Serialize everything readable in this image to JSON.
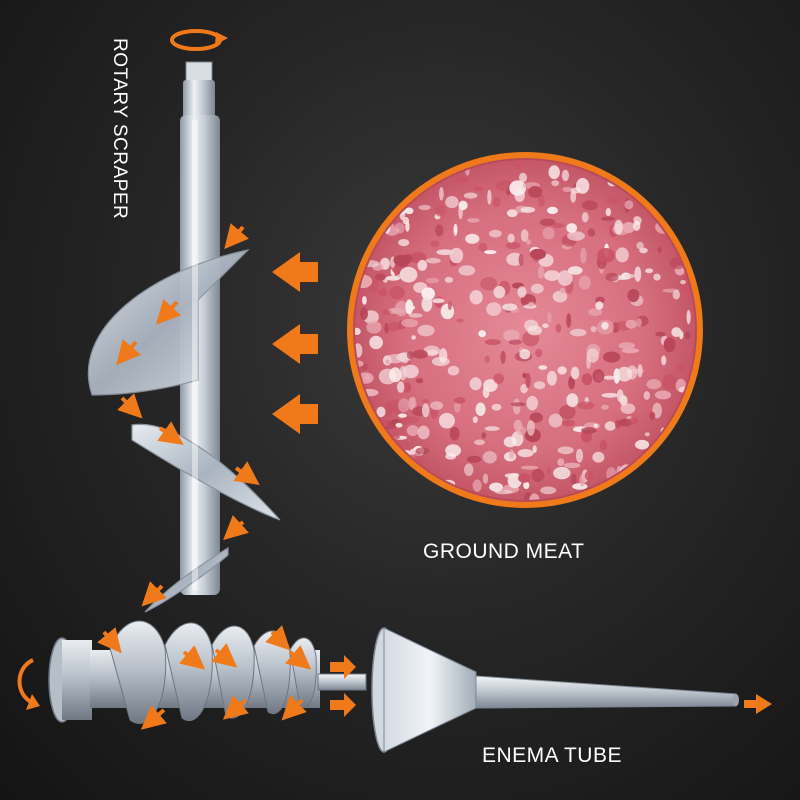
{
  "labels": {
    "rotary_scraper": "ROTARY SCRAPER",
    "ground_meat": "GROUND MEAT",
    "enema_tube": "ENEMA TUBE"
  },
  "colors": {
    "background": "#1c1c1c",
    "accent_orange": "#f07a1a",
    "steel": "#c9d0d8",
    "meat": "#d9707e",
    "label_text": "#ffffff"
  },
  "icons": {
    "rotation": "circular-arrow-icon",
    "flow": "arrow-icon"
  }
}
